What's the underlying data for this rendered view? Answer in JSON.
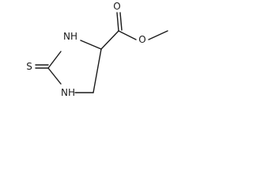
{
  "molecule": {
    "atoms": {
      "nh_top": "NH",
      "nh_bottom": "NH",
      "sulfur": "S",
      "carbonyl_oxygen": "O",
      "ester_oxygen": "O"
    }
  }
}
